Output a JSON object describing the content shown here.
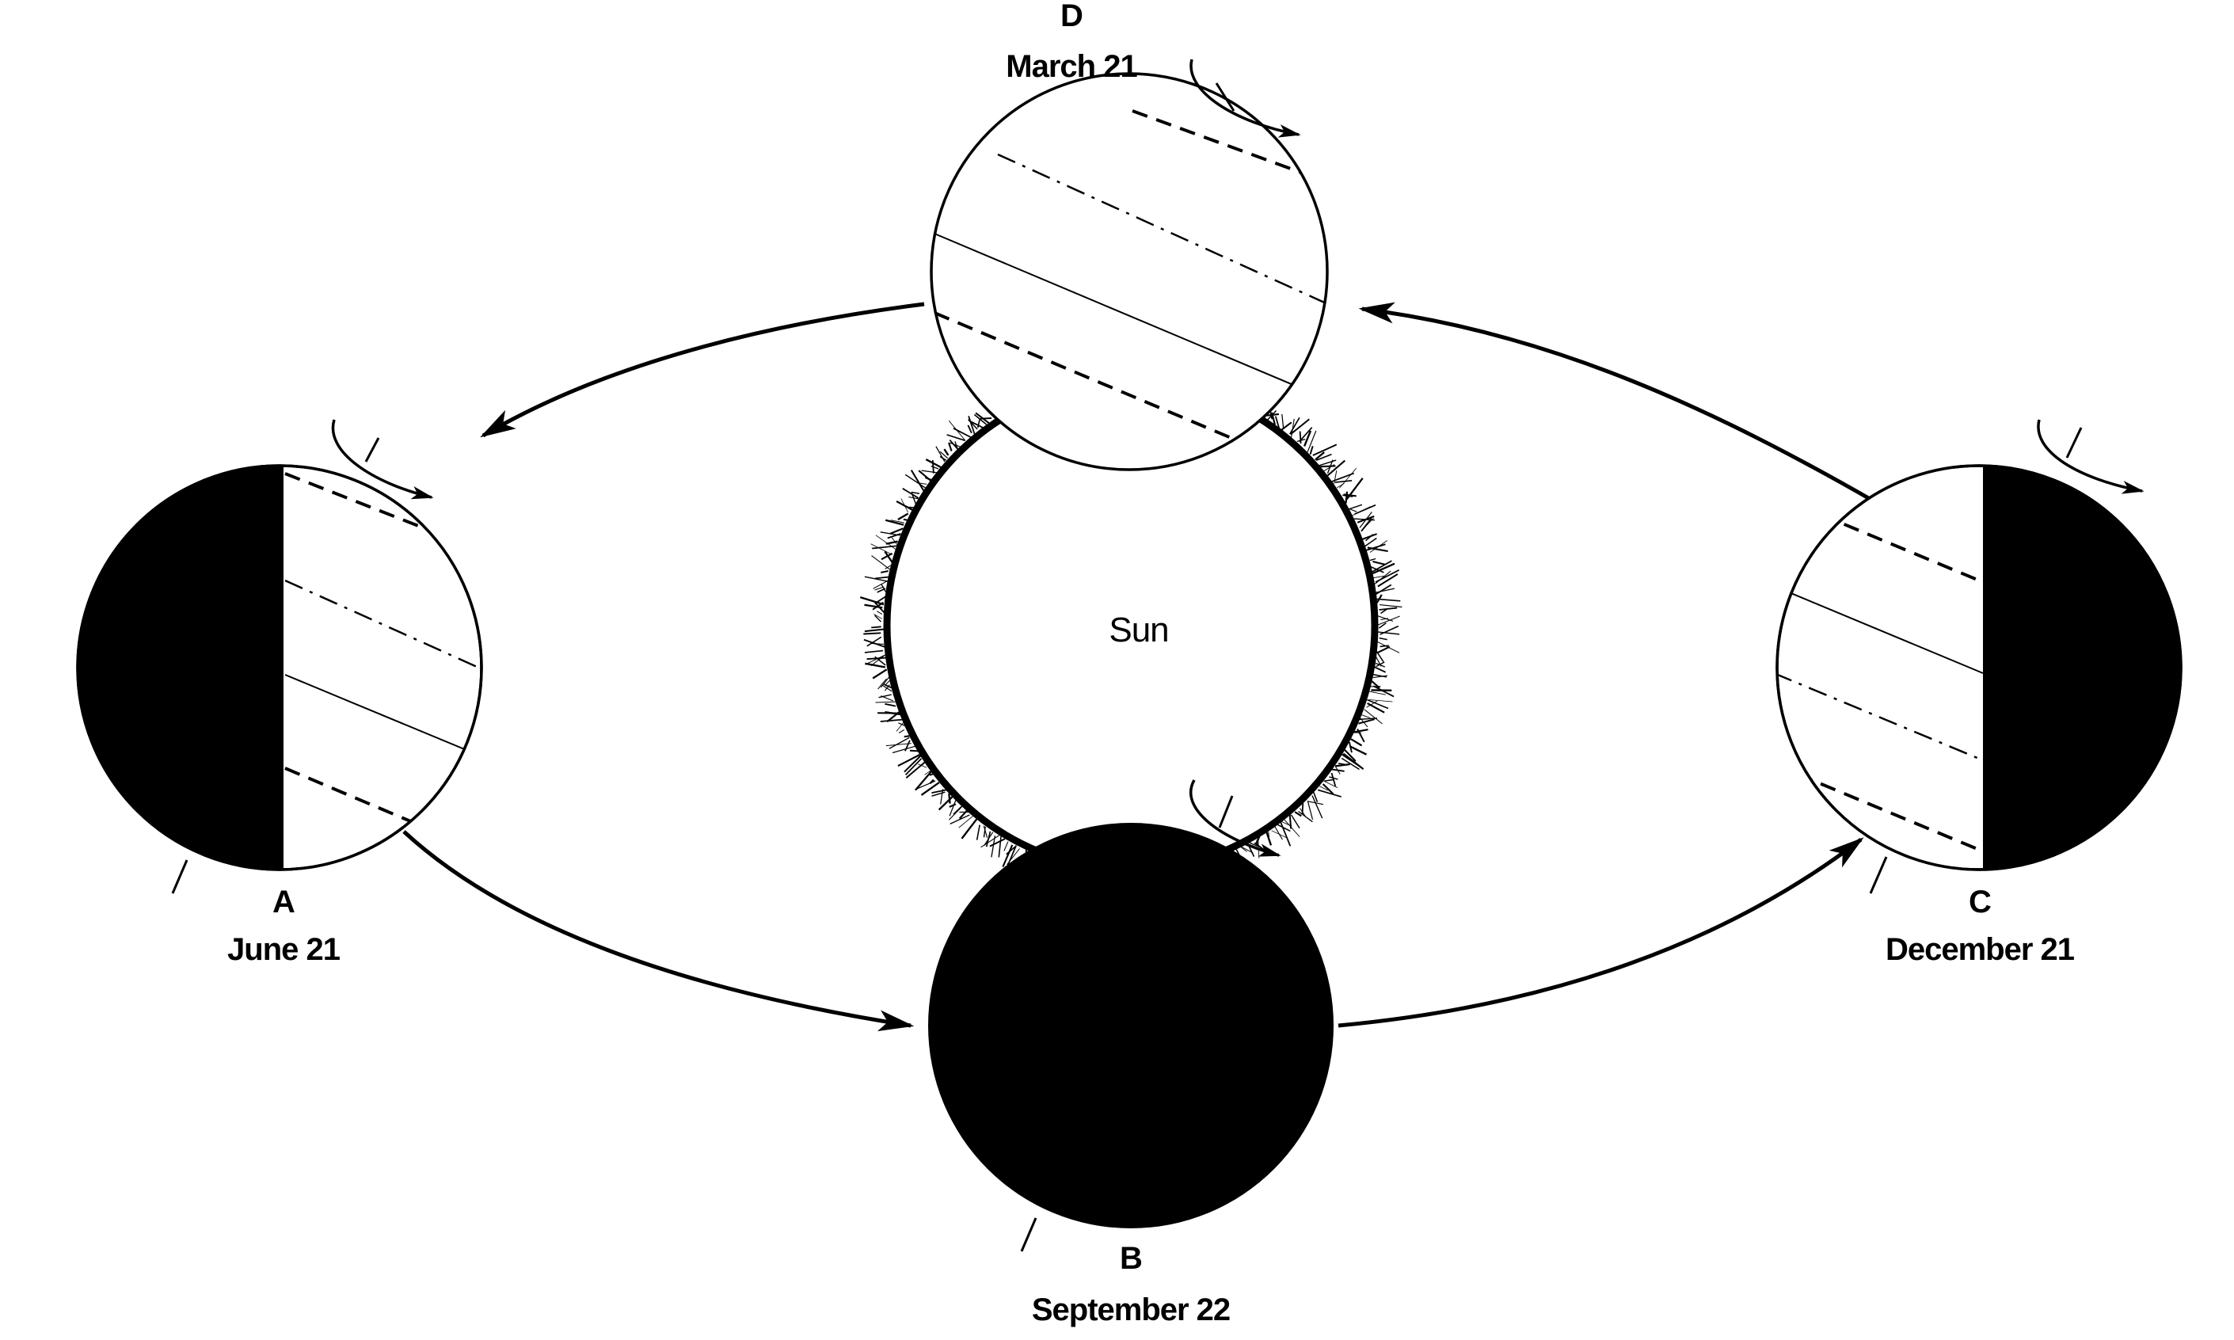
{
  "positions": [
    {
      "id": "A",
      "letter": "A",
      "date": "June 21"
    },
    {
      "id": "B",
      "letter": "B",
      "date": "September 22"
    },
    {
      "id": "C",
      "letter": "C",
      "date": "December 21"
    },
    {
      "id": "D",
      "letter": "D",
      "date": "March 21"
    }
  ],
  "sun": {
    "label": "Sun"
  },
  "colors": {
    "ink": "#000000",
    "background": "#ffffff"
  }
}
